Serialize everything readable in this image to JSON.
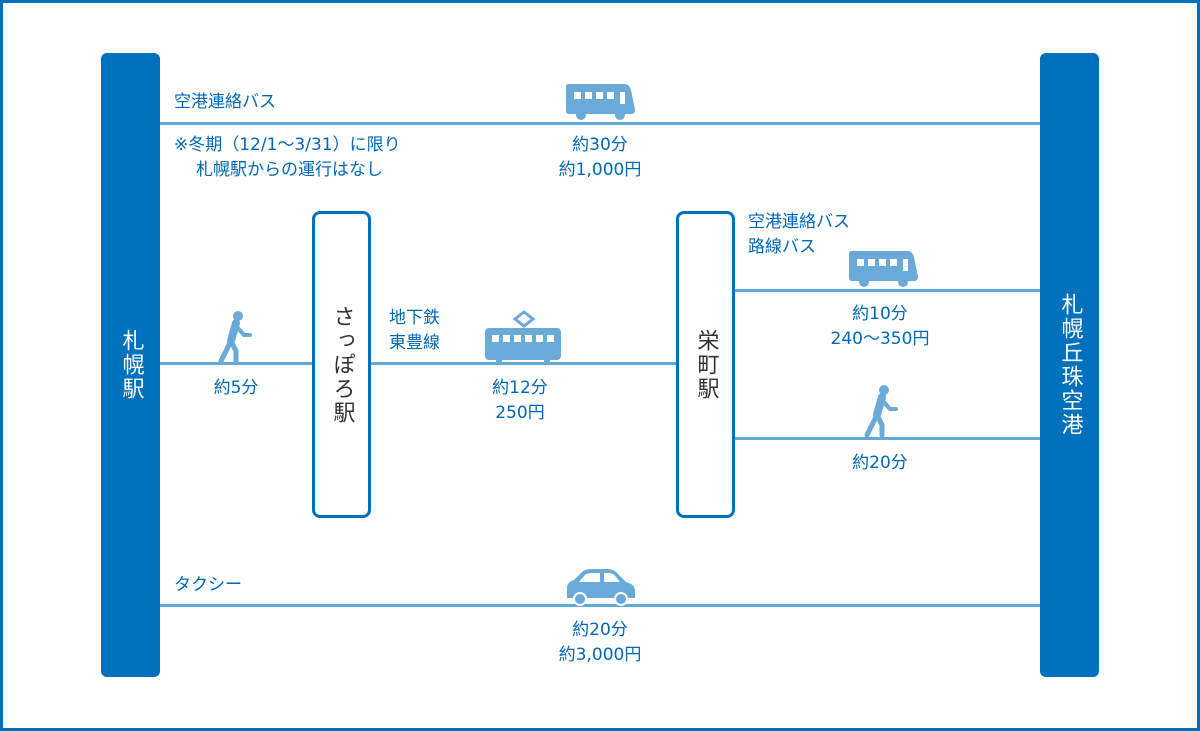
{
  "stations": {
    "sapporo": "札幌駅",
    "airport": "札幌丘珠空港",
    "sapporo_st": "さっぽろ駅",
    "sakaemachi": "栄町駅"
  },
  "routes": {
    "airport_bus": {
      "label": "空港連絡バス",
      "note1": "※冬期（12/1〜3/31）に限り",
      "note2": "札幌駅からの運行はなし",
      "time": "約30分",
      "fare": "約1,000円"
    },
    "walk1": {
      "time": "約5分"
    },
    "subway": {
      "label1": "地下鉄",
      "label2": "東豊線",
      "time": "約12分",
      "fare": "250円"
    },
    "bus2": {
      "label1": "空港連絡バス",
      "label2": "路線バス",
      "time": "約10分",
      "fare": "240〜350円"
    },
    "walk2": {
      "time": "約20分"
    },
    "taxi": {
      "label": "タクシー",
      "time": "約20分",
      "fare": "約3,000円"
    }
  },
  "colors": {
    "primary": "#0071bc",
    "line": "#64a8d8",
    "icon": "#6aaad9"
  }
}
